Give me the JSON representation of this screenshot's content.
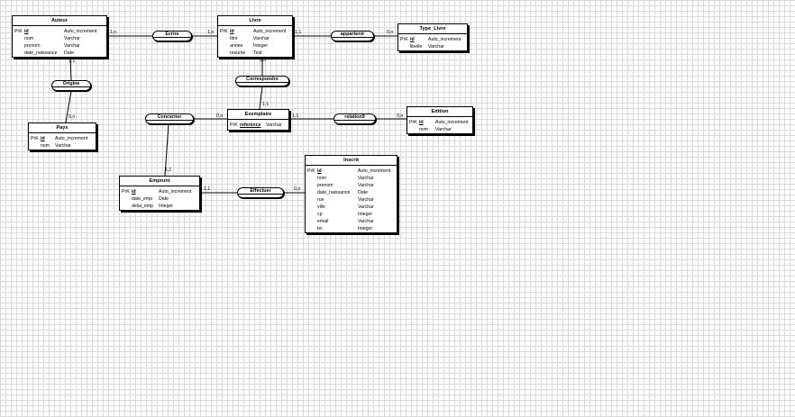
{
  "entities": {
    "auteur": {
      "title": "Auteur",
      "rows": [
        {
          "key": "PrK",
          "name": "id",
          "type": "Auto_increment",
          "pk": true
        },
        {
          "key": "",
          "name": "nom",
          "type": "Varchar"
        },
        {
          "key": "",
          "name": "prenom",
          "type": "Varchar"
        },
        {
          "key": "",
          "name": "date_naissance",
          "type": "Date"
        }
      ]
    },
    "livre": {
      "title": "Livre",
      "rows": [
        {
          "key": "PrK",
          "name": "id",
          "type": "Auto_increment",
          "pk": true
        },
        {
          "key": "",
          "name": "titre",
          "type": "Varchar"
        },
        {
          "key": "",
          "name": "annee",
          "type": "Integer"
        },
        {
          "key": "",
          "name": "resume",
          "type": "Text"
        }
      ]
    },
    "type_livre": {
      "title": "Type_Livre",
      "rows": [
        {
          "key": "PrK",
          "name": "id",
          "type": "Auto_increment",
          "pk": true
        },
        {
          "key": "",
          "name": "libelle",
          "type": "Varchar"
        }
      ]
    },
    "pays": {
      "title": "Pays",
      "rows": [
        {
          "key": "PrK",
          "name": "id",
          "type": "Auto_increment",
          "pk": true
        },
        {
          "key": "",
          "name": "nom",
          "type": "Varchar"
        }
      ]
    },
    "exemplaire": {
      "title": "Exemplaire",
      "rows": [
        {
          "key": "PrK",
          "name": "reference",
          "type": "Varchar",
          "pk": true
        }
      ]
    },
    "edition": {
      "title": "Edition",
      "rows": [
        {
          "key": "PrK",
          "name": "id",
          "type": "Auto_increment",
          "pk": true
        },
        {
          "key": "",
          "name": "nom",
          "type": "Varchar"
        }
      ]
    },
    "emprunt": {
      "title": "Emprunt",
      "rows": [
        {
          "key": "PrK",
          "name": "id",
          "type": "Auto_increment",
          "pk": true
        },
        {
          "key": "",
          "name": "date_emp",
          "type": "Date"
        },
        {
          "key": "",
          "name": "delai_emp",
          "type": "Integer"
        }
      ]
    },
    "inscrit": {
      "title": "Inscrit",
      "rows": [
        {
          "key": "PrK",
          "name": "id",
          "type": "Auto_increment",
          "pk": true
        },
        {
          "key": "",
          "name": "nom",
          "type": "Varchar"
        },
        {
          "key": "",
          "name": "prenom",
          "type": "Varchar"
        },
        {
          "key": "",
          "name": "date_naissance",
          "type": "Date"
        },
        {
          "key": "",
          "name": "rue",
          "type": "Varchar"
        },
        {
          "key": "",
          "name": "ville",
          "type": "Varchar"
        },
        {
          "key": "",
          "name": "cp",
          "type": "Integer"
        },
        {
          "key": "",
          "name": "email",
          "type": "Varchar"
        },
        {
          "key": "",
          "name": "tel",
          "type": "Integer"
        }
      ]
    }
  },
  "associations": {
    "ecrire": "Ecrire",
    "appartenir": "appartenir",
    "origine": "Origine",
    "correspondre": "Correspondre",
    "concerner": "Concerner",
    "relation9": "relation9",
    "effectuer": "Effectuer"
  },
  "cardinalities": {
    "auteur_ecrire": "1,n",
    "livre_ecrire": "1,n",
    "livre_appartenir": "1,1",
    "type_appartenir": "0,n",
    "auteur_origine": "1,1",
    "pays_origine": "0,n",
    "livre_correspondre": "0,n",
    "exemplaire_correspondre": "1,1",
    "exemplaire_concerner": "0,n",
    "emprunt_concerner": "1,1",
    "exemplaire_relation9": "1,1",
    "edition_relation9": "0,n",
    "emprunt_effectuer": "1,1",
    "inscrit_effectuer": "0,n"
  }
}
